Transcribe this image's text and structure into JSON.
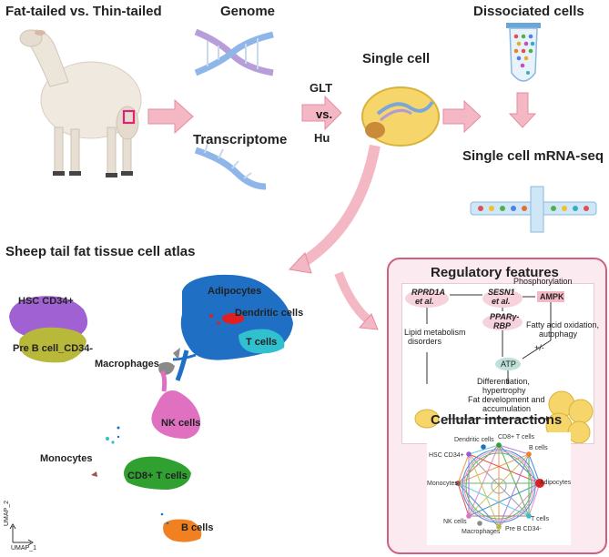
{
  "labels": {
    "fat_vs_thin": "Fat-tailed vs. Thin-tailed",
    "genome": "Genome",
    "transcriptome": "Transcriptome",
    "glt": "GLT",
    "vs": "vs.",
    "hu": "Hu",
    "single_cell": "Single cell",
    "dissociated_cells": "Dissociated cells",
    "scrna_seq": "Single cell mRNA-seq",
    "atlas_title": "Sheep tail fat tissue cell atlas",
    "regulatory_title": "Regulatory features",
    "cellular_title": "Cellular interactions"
  },
  "umap": {
    "axis_x": "UMAP_1",
    "axis_y": "UMAP_2",
    "clusters": [
      {
        "name": "HSC CD34+",
        "color": "#9b59d0"
      },
      {
        "name": "Pre B cell_CD34-",
        "color": "#b8b83a"
      },
      {
        "name": "Adipocytes",
        "color": "#1f6fc5"
      },
      {
        "name": "Dendritic cells",
        "color": "#e02020"
      },
      {
        "name": "T cells",
        "color": "#30c0d0"
      },
      {
        "name": "Macrophages",
        "color": "#8a8a8a"
      },
      {
        "name": "NK cells",
        "color": "#e070c0"
      },
      {
        "name": "Monocytes",
        "color": "#a05050"
      },
      {
        "name": "CD8+ T cells",
        "color": "#30a030"
      },
      {
        "name": "B cells",
        "color": "#f08020"
      }
    ]
  },
  "regulatory": {
    "rprd1a": "RPRD1A",
    "et_al_1": "et al.",
    "sesn1": "SESN1",
    "et_al_2": "et al.",
    "phosphorylation": "Phosphorylation",
    "ampk": "AMPK",
    "ppar": "PPARγ-",
    "rbp": "RBP",
    "lipid1": "Lipid metabolism",
    "lipid2": "disorders",
    "fatty1": "Fatty acid oxidation,",
    "fatty2": "autophagy",
    "plusminus": "+/-",
    "atp": "ATP",
    "diff1": "Differentiation,",
    "diff2": "hypertrophy",
    "fat1": "Fat development and",
    "fat2": "accumulation"
  },
  "network": {
    "nodes": [
      "CD8+ T cells",
      "B cells",
      "Adipocytes",
      "T cells",
      "Pre B CD34-",
      "Macrophages",
      "NK cells",
      "Monocytes",
      "HSC CD34+",
      "Dendritic cells"
    ]
  }
}
